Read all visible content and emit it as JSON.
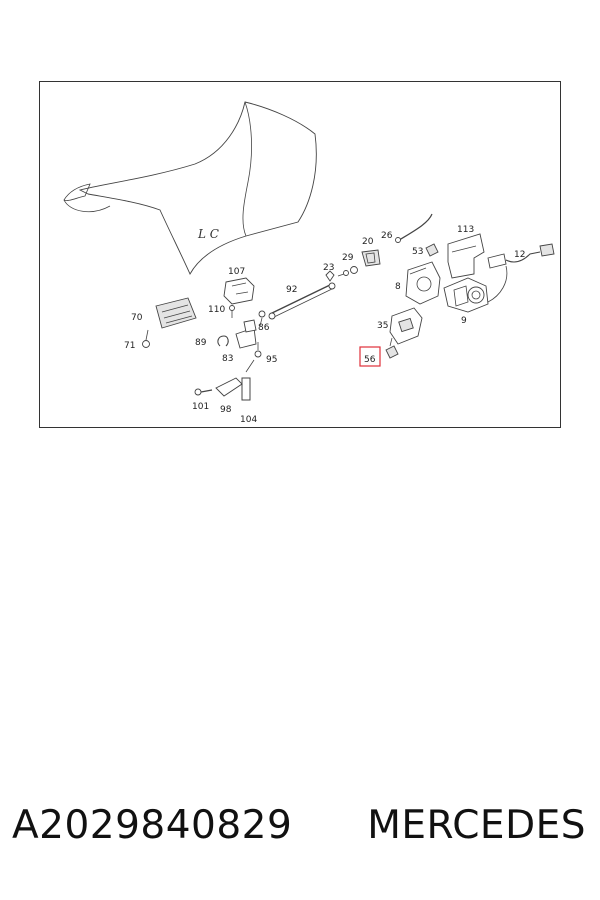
{
  "diagram": {
    "trunk_lid_marking": "L C",
    "labels": {
      "p107": "107",
      "p92": "92",
      "p23": "23",
      "p29": "29",
      "p20": "20",
      "p26": "26",
      "p113": "113",
      "p53": "53",
      "p12": "12",
      "p8": "8",
      "p9": "9",
      "p70": "70",
      "p110": "110",
      "p86": "86",
      "p71": "71",
      "p89": "89",
      "p83": "83",
      "p95": "95",
      "p35": "35",
      "p56": "56",
      "p101": "101",
      "p98": "98",
      "p104": "104"
    },
    "highlighted_label": "56",
    "highlight_color": "#e0303a"
  },
  "caption": {
    "part_number": "A2029840829",
    "brand": "MERCEDES"
  }
}
